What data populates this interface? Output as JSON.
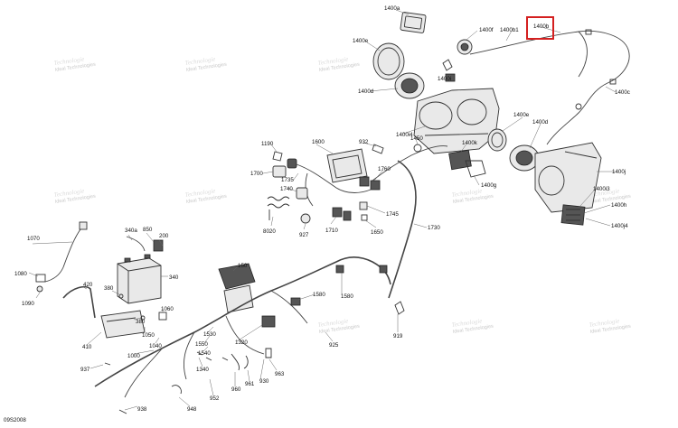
{
  "diagram_code": "09S2008",
  "highlight_color": "#d42020",
  "watermark": {
    "line1": "Technologie",
    "line2": "Ideal Technologies"
  },
  "labels": {
    "l1400a": "1400a",
    "l1400b": "1400b",
    "l1400b1": "1400b1",
    "l1400c": "1400c",
    "l1400d_top": "1400d",
    "l1400d_mid": "1400d",
    "l1400e_top": "1400e",
    "l1400e_mid": "1400e",
    "l1400f": "1400f",
    "l1400g": "1400g",
    "l1400h": "1400h",
    "l1400i": "1400i",
    "l1400i4": "1400i4",
    "l1400i3": "1400i3",
    "l1400j": "1400j",
    "l1400j4": "1400j4",
    "l1400k": "1400k",
    "l1190": "1190",
    "l1600": "1600",
    "l932": "932",
    "l1450": "1450",
    "l1700": "1700",
    "l1760": "1760",
    "l1735": "1735",
    "l1740": "1740",
    "l1745": "1745",
    "l1730": "1730",
    "l8020": "8020",
    "l927": "927",
    "l1710": "1710",
    "l1650": "1650",
    "l1070": "1070",
    "l1080": "1080",
    "l1090": "1090",
    "l340a": "340a",
    "l850": "850",
    "l200": "200",
    "l340": "340",
    "l150": "150",
    "l420": "420",
    "l380a": "380",
    "l380b": "380",
    "l1060": "1060",
    "l1050": "1050",
    "l1040": "1040",
    "l410": "410",
    "l1000": "1000",
    "l1530": "1530",
    "l1550": "1550",
    "l1540": "1540",
    "l1320": "1320",
    "l1580a": "1580",
    "l1580b": "1580",
    "l925": "925",
    "l919": "919",
    "l937": "937",
    "l1340": "1340",
    "l930": "930",
    "l963": "963",
    "l961": "961",
    "l960": "960",
    "l952": "952",
    "l948": "948",
    "l938": "938"
  }
}
